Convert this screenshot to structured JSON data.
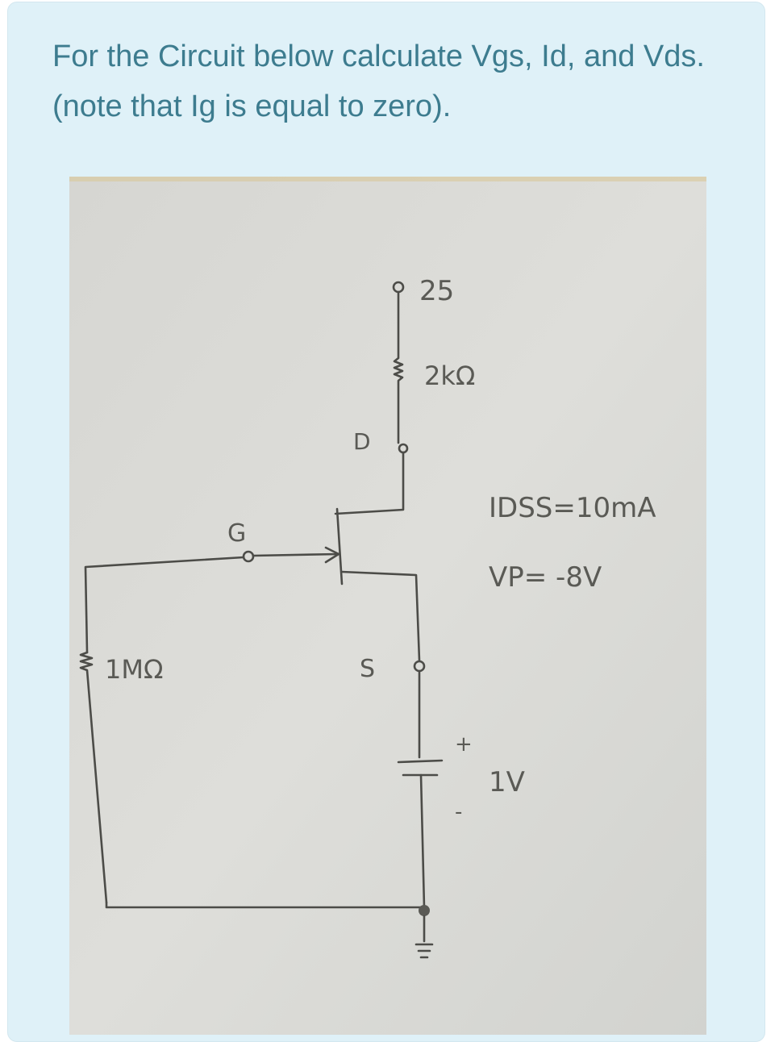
{
  "question": {
    "text": "For the Circuit below calculate Vgs, Id, and Vds. (note that Ig is equal to zero)."
  },
  "circuit": {
    "supply_label": "25",
    "drain_resistor_label": "2kΩ",
    "drain_label": "D",
    "gate_label": "G",
    "source_label": "S",
    "gate_resistor_label": "1MΩ",
    "idss_label": "IDSS=10mA",
    "vp_label": "VP= -8V",
    "battery_plus": "+",
    "battery_minus": "-",
    "battery_label": "1V"
  },
  "colors": {
    "card_background": "#dff1f8",
    "question_text": "#3d7c8f",
    "paper": "#dcdcd8",
    "ink": "#4c4c48"
  }
}
